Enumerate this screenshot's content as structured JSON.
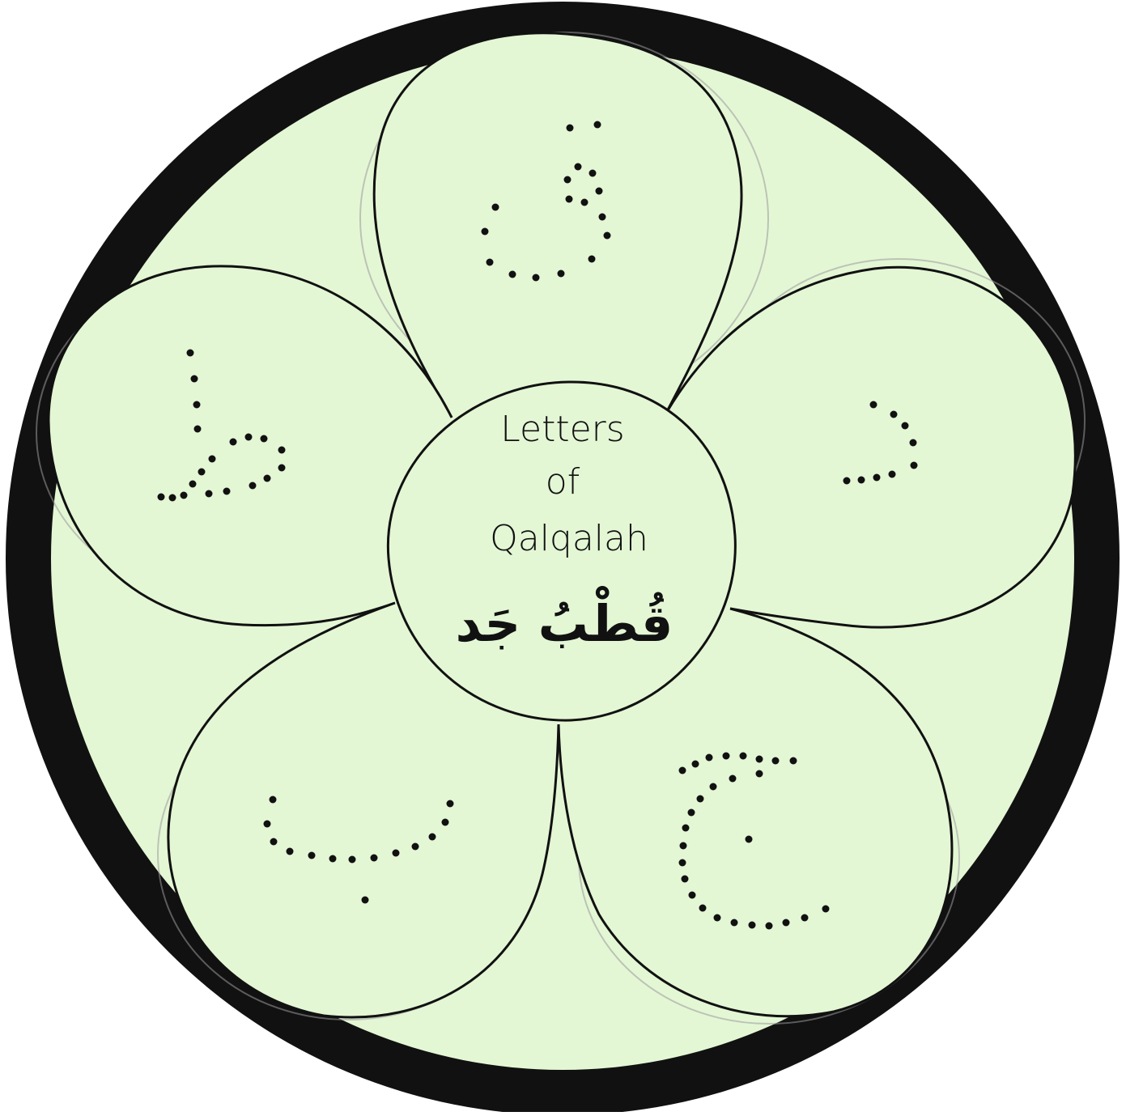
{
  "center": {
    "title_lines": [
      "Letters",
      "of",
      "Qalqalah"
    ],
    "arabic_word": "قُطْبُ جَد"
  },
  "colors": {
    "fill": "#e4f7d5",
    "outline": "#111111",
    "background": "#ffffff",
    "dots": "#111111"
  },
  "petals": [
    {
      "name": "petal-top",
      "letter": "ق"
    },
    {
      "name": "petal-upper-left",
      "letter": "ط"
    },
    {
      "name": "petal-upper-right",
      "letter": "د"
    },
    {
      "name": "petal-lower-left",
      "letter": "ب"
    },
    {
      "name": "petal-lower-right",
      "letter": "ج"
    }
  ]
}
